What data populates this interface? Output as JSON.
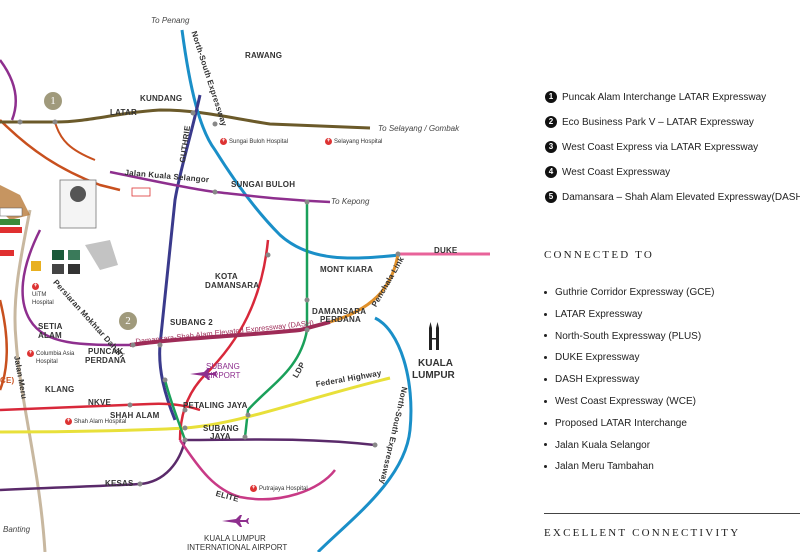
{
  "map": {
    "directions": {
      "penang": "To Penang",
      "selayang": "To Selayang / Gombak",
      "kepong": "To Kepong",
      "banting": "Banting"
    },
    "areas": {
      "kundang": "KUNDANG",
      "rawang": "RAWANG",
      "sungai_buloh": "SUNGAI BULOH",
      "kota_damansara_1": "KOTA",
      "kota_damansara_2": "DAMANSARA",
      "mont_kiara": "MONT KIARA",
      "damansara_perdana_1": "DAMANSARA",
      "damansara_perdana_2": "PERDANA",
      "subang2": "SUBANG 2",
      "setia_alam_1": "SETIA",
      "setia_alam_2": "ALAM",
      "puncak_perdana_1": "PUNCAK",
      "puncak_perdana_2": "PERDANA",
      "klang": "KLANG",
      "shah_alam": "SHAH ALAM",
      "petaling_jaya": "PETALING JAYA",
      "subang_jaya_1": "SUBANG",
      "subang_jaya_2": "JAYA",
      "kl_1": "KUALA",
      "kl_2": "LUMPUR",
      "subang_airport_1": "SUBANG",
      "subang_airport_2": "AIRPORT",
      "klia_1": "KUALA LUMPUR",
      "klia_2": "INTERNATIONAL AIRPORT"
    },
    "roads": {
      "latar": "LATAR",
      "guthrie": "GUTHRIE",
      "north_south_top": "North-South Expressway",
      "north_south_bottom": "North-South Expressway",
      "jalan_kuala_selangor": "Jalan Kuala Selangor",
      "duke": "DUKE",
      "penchala": "Penchala Link",
      "ldp": "LDP",
      "federal": "Federal Highway",
      "nkve": "NKVE",
      "kesas": "KESAS",
      "elite": "ELITE",
      "dash": "Damansara-Shah Alam Elevated Expressway (DASH)",
      "mokhtar": "Persiaran Mokhtar Dahari",
      "jalan_meru": "Jalan Meru",
      "wce_partial": "CE)"
    },
    "hospitals": {
      "sungai_buloh": "Sungai Buloh Hospital",
      "selayang": "Selayang Hospital",
      "uitm_1": "UiTM",
      "uitm_2": "Hospital",
      "columbia_1": "Columbia Asia",
      "columbia_2": "Hospital",
      "shah_alam": "Shah Alam Hospital",
      "putrajaya": "Putrajaya Hospital"
    },
    "badges": [
      "1",
      "2"
    ],
    "colors": {
      "latar": "#6b5a2a",
      "guthrie": "#3a3a8c",
      "north_south": "#1a8fc8",
      "duke": "#e8639a",
      "kuala_selangor": "#8e2f8e",
      "dash": "#9e2b57",
      "ldp": "#1aa05a",
      "federal": "#e8e03a",
      "penchala": "#e0902a",
      "red_line": "#d8283a",
      "elite": "#c83a86",
      "jalan_meru": "#c8b8a0",
      "wce": "#c8501e",
      "kesas": "#5a2a6a",
      "badge": "#a09a7c"
    }
  },
  "legend": {
    "items": [
      {
        "num": "1",
        "text": "Puncak Alam Interchange LATAR Expressway"
      },
      {
        "num": "2",
        "text": "Eco Business Park V – LATAR Expressway"
      },
      {
        "num": "3",
        "text": "West Coast Express via LATAR Expressway"
      },
      {
        "num": "4",
        "text": "West Coast Expressway"
      },
      {
        "num": "5",
        "text": "Damansara – Shah Alam Elevated Expressway(DASH"
      }
    ],
    "connected_title": "CONNECTED TO",
    "connected": [
      "Guthrie Corridor Expressway (GCE)",
      "LATAR Expressway",
      "North-South Expressway (PLUS)",
      "DUKE Expressway",
      "DASH Expressway",
      "West Coast Expressway (WCE)",
      "Proposed LATAR Interchange",
      "Jalan Kuala Selangor",
      "Jalan Meru Tambahan"
    ],
    "excellent_title": "EXCELLENT CONNECTIVITY"
  }
}
